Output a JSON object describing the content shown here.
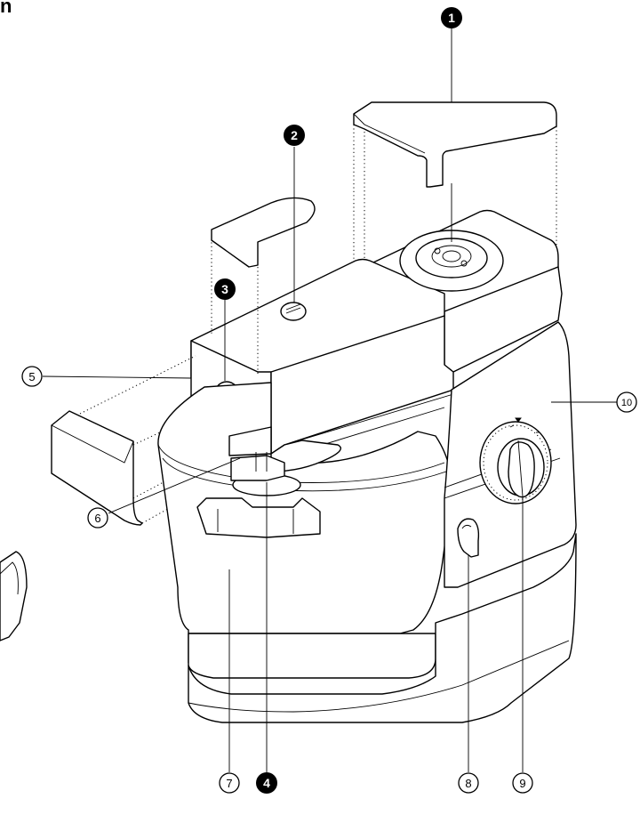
{
  "corner_label": "n",
  "callouts": [
    {
      "id": "c1",
      "text": "1",
      "style": "filled"
    },
    {
      "id": "c2",
      "text": "2",
      "style": "filled"
    },
    {
      "id": "c3",
      "text": "3",
      "style": "filled"
    },
    {
      "id": "c4",
      "text": "4",
      "style": "filled"
    },
    {
      "id": "c5",
      "text": "5",
      "style": "outline"
    },
    {
      "id": "c6",
      "text": "6",
      "style": "outline"
    },
    {
      "id": "c7",
      "text": "7",
      "style": "outline"
    },
    {
      "id": "c8",
      "text": "8",
      "style": "outline"
    },
    {
      "id": "c9",
      "text": "9",
      "style": "outline"
    },
    {
      "id": "c10",
      "text": "10",
      "style": "outline"
    }
  ]
}
